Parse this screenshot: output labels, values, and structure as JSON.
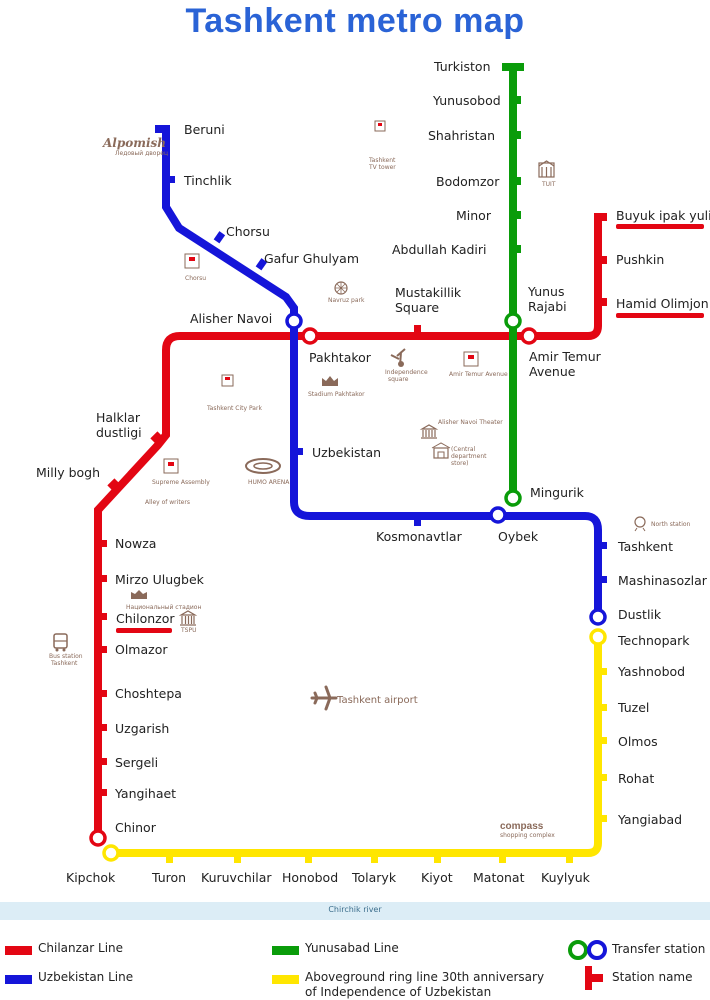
{
  "title": "Tashkent metro map",
  "colors": {
    "chilanzar": "#e30613",
    "uzbekistan": "#1515d9",
    "yunusabad": "#0a9c0a",
    "ring": "#ffe600",
    "title": "#2a63d6",
    "landmark": "#8a6a5a"
  },
  "stations": {
    "chilanzar": [
      "Buyuk ipak yuli",
      "Pushkin",
      "Hamid Olimjon",
      "Amir Temur Avenue",
      "Mustakillik Square",
      "Pakhtakor",
      "Halklar dustligi",
      "Milly bogh",
      "Nowza",
      "Mirzo Ulugbek",
      "Chilonzor",
      "Olmazor",
      "Choshtepa",
      "Uzgarish",
      "Sergeli",
      "Yangihaet",
      "Chinor"
    ],
    "uzbekistan": [
      "Beruni",
      "Tinchlik",
      "Chorsu",
      "Gafur Ghulyam",
      "Alisher Navoi",
      "Uzbekistan",
      "Kosmonavtlar",
      "Oybek",
      "Tashkent",
      "Mashinasozlar",
      "Dustlik"
    ],
    "yunusabad": [
      "Turkiston",
      "Yunusobod",
      "Shahristan",
      "Bodomzor",
      "Minor",
      "Abdullah Kadiri",
      "Yunus Rajabi",
      "Mingurik"
    ],
    "ring": [
      "Technopark",
      "Yashnobod",
      "Tuzel",
      "Olmos",
      "Rohat",
      "Yangiabad",
      "Kuylyuk",
      "Matonat",
      "Kiyot",
      "Tolaryk",
      "Honobod",
      "Kuruvchilar",
      "Turon",
      "Kipchok"
    ]
  },
  "landmarks": {
    "alpomish": "Alpomish",
    "alpomish_sub": "Ледовый дворец",
    "tv_tower": "Tashkent TV tower",
    "tuit": "TUIT",
    "chorsu": "Chorsu",
    "navruz": "Navruz park",
    "independence": "Independence square",
    "amir_temur": "Amir Temur Avenue",
    "stadium": "Stadium Pakhtakor",
    "city_park": "Tashkent City Park",
    "navoi_theater": "Alisher Navoi Theater",
    "central_store": "Central department store",
    "supreme": "Supreme Assembly",
    "alley": "Alley of writers",
    "humo": "HUMO ARENA",
    "north_station": "North station",
    "stadium_ru": "Национальный стадион",
    "tspu": "TSPU",
    "bus_station": "Bus station Tashkent",
    "airport": "Tashkent airport",
    "compass": "compass",
    "compass_sub": "shopping complex"
  },
  "river": "Chirchik river",
  "legend": {
    "chilanzar": "Chilanzar Line",
    "uzbekistan": "Uzbekistan Line",
    "yunusabad": "Yunusabad Line",
    "ring": "Aboveground ring line 30th anniversary of Independence of Uzbekistan",
    "ring_line1": "Aboveground ring line 30th anniversary",
    "ring_line2": "of Independence of Uzbekistan",
    "transfer": "Transfer station",
    "station": "Station name"
  }
}
